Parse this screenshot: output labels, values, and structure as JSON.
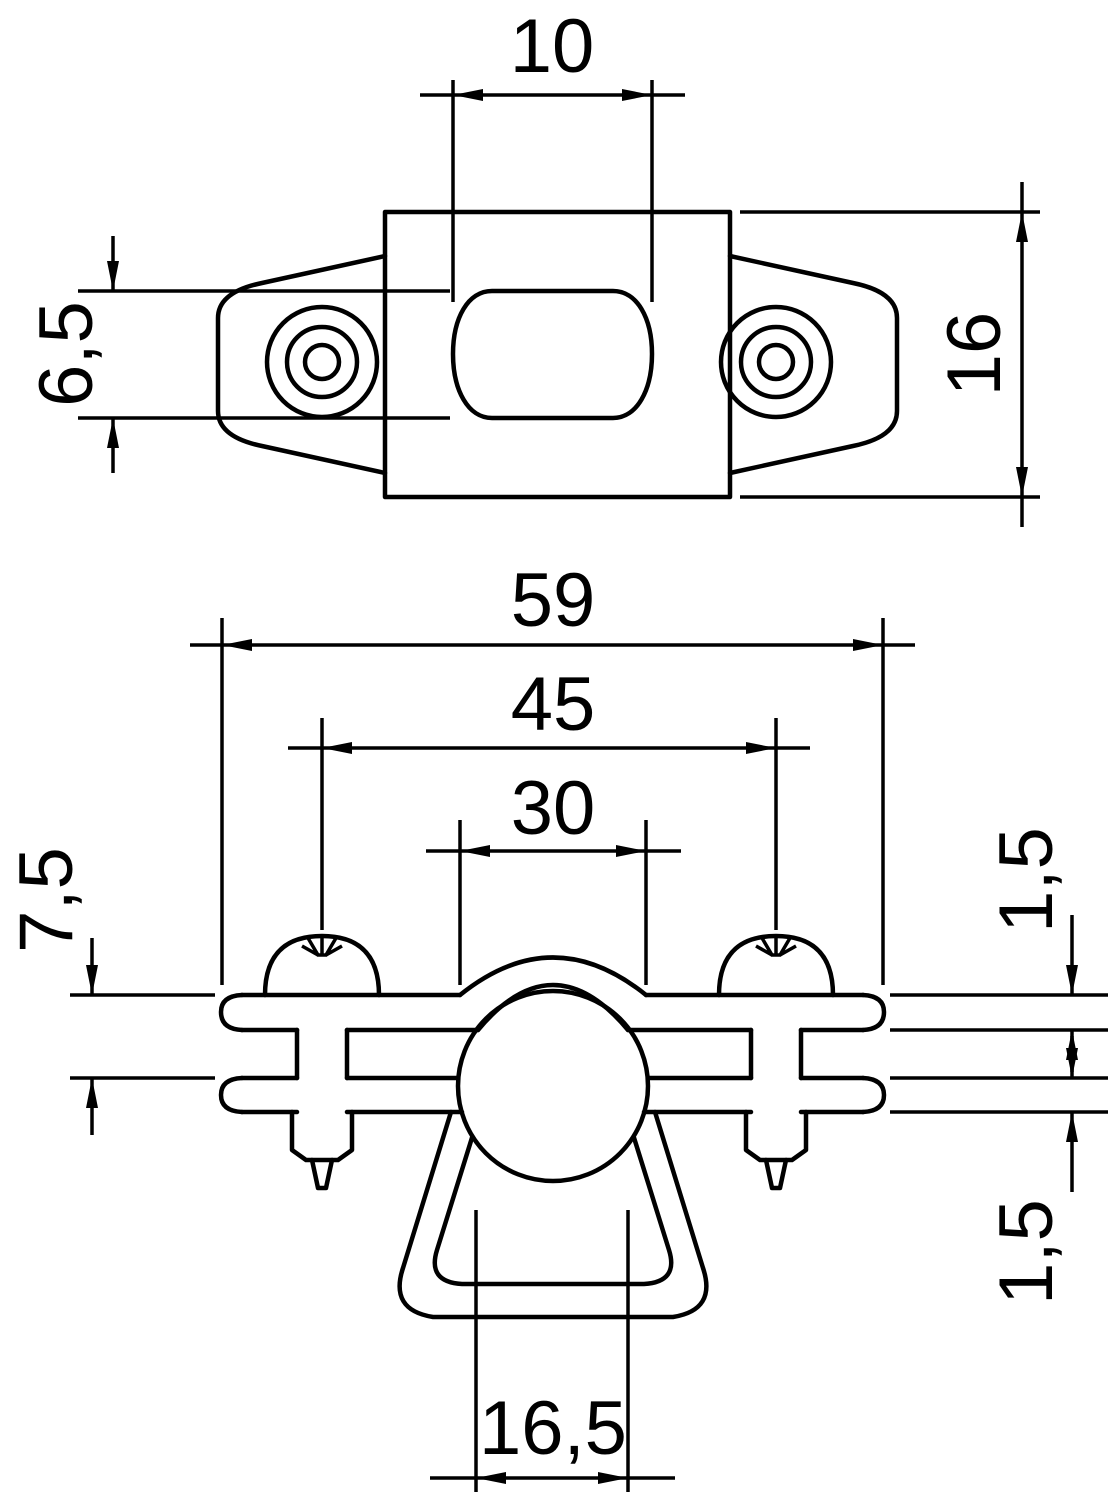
{
  "drawing": {
    "title": "Dimensioned technical drawing of a spacer clip clamp, two views",
    "line_color": "#000000",
    "background_color": "#ffffff",
    "top_view": {
      "dim_slot_width": "10",
      "dim_slot_height": "6,5",
      "dim_body_height": "16"
    },
    "front_view": {
      "dim_overall_width": "59",
      "dim_screw_spacing": "45",
      "dim_saddle_width": "30",
      "dim_side_height": "7,5",
      "dim_upper_strap_thickness": "1,5",
      "dim_lower_strap_thickness": "1,5",
      "dim_loop_width": "16,5"
    }
  }
}
